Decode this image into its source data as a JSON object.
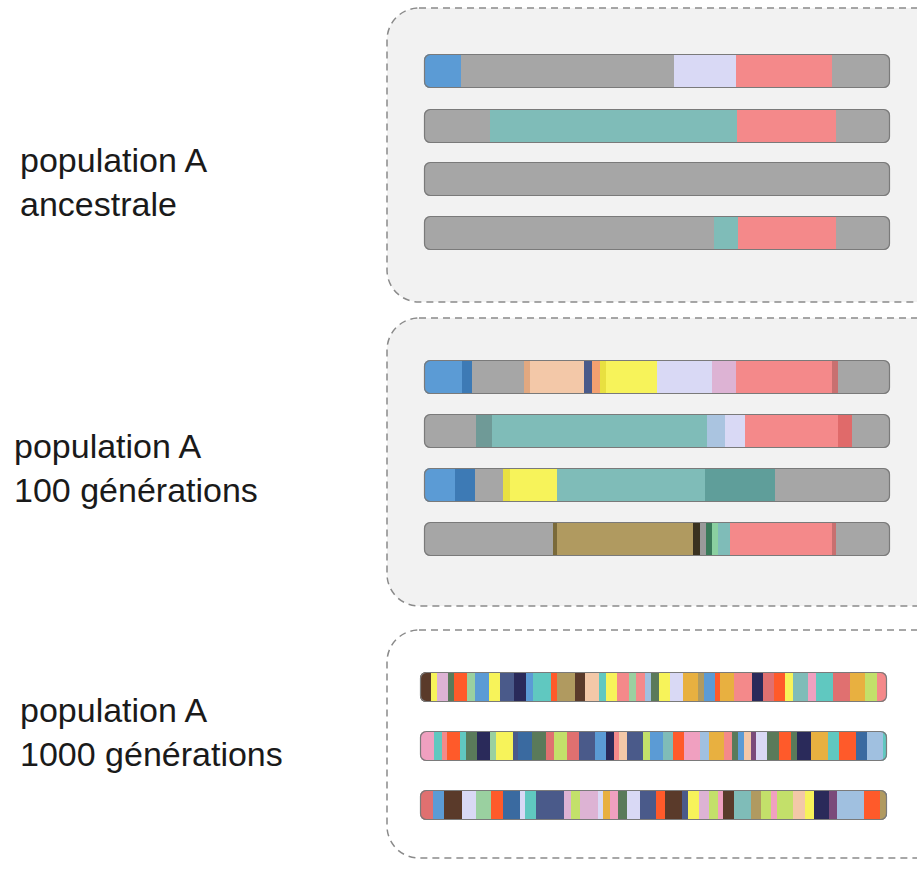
{
  "diagram": {
    "labels": [
      "population A ancestrale",
      "population A 100 générations",
      "population A 1000 générations"
    ]
  }
}
